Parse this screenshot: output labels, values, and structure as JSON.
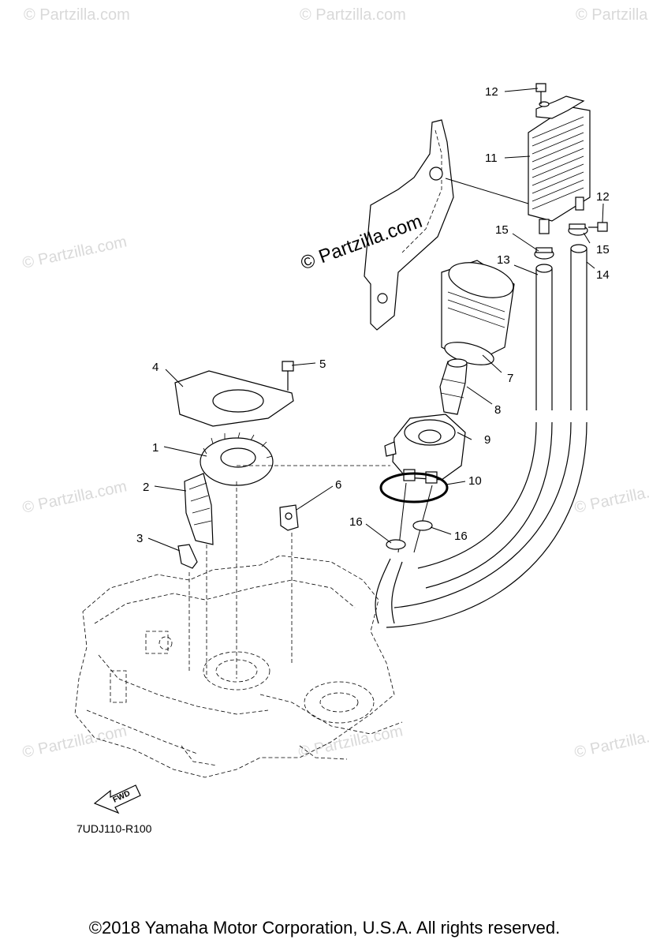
{
  "watermarks": {
    "small": "© Partzilla.com",
    "main": "© Partzilla.com"
  },
  "callouts": {
    "c1": "1",
    "c2": "2",
    "c3": "3",
    "c4": "4",
    "c5": "5",
    "c6": "6",
    "c7": "7",
    "c8": "8",
    "c9": "9",
    "c10": "10",
    "c11": "11",
    "c12a": "12",
    "c12b": "12",
    "c13": "13",
    "c14": "14",
    "c15a": "15",
    "c15b": "15",
    "c16a": "16",
    "c16b": "16"
  },
  "fwd_label": "FWD",
  "diagram_code": "7UDJ110-R100",
  "copyright": "©2018  Yamaha Motor Corporation, U.S.A. All rights reserved."
}
